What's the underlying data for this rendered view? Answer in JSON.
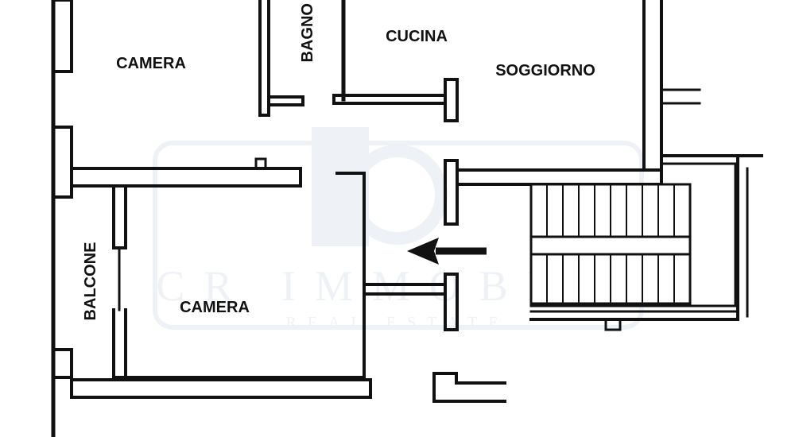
{
  "plan": {
    "rooms": {
      "camera_top": "CAMERA",
      "bagno": "BAGNO",
      "cucina": "CUCINA",
      "soggiorno": "SOGGIORNO",
      "balcone": "BALCONE",
      "camera_bottom": "CAMERA"
    },
    "entrance_arrow": "arrow-left-icon"
  },
  "watermark": {
    "brand": "CR IMMOBILI",
    "tagline": "REAL ESTATE"
  },
  "colors": {
    "wall": "#111111",
    "background": "#ffffff",
    "watermark": "#eef2f7"
  }
}
